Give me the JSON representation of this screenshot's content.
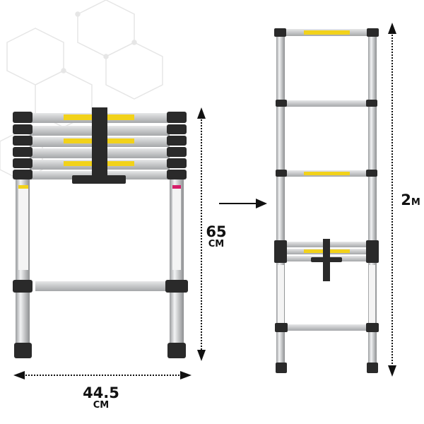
{
  "product": {
    "collapsed_height": {
      "value": "65",
      "unit": "CM"
    },
    "collapsed_width": {
      "value": "44.5",
      "unit": "CM"
    },
    "extended_height": {
      "value": "2",
      "unit": "M"
    }
  },
  "colors": {
    "rail": "#c9cbcd",
    "cap": "#2a2a2a",
    "warning_label": "#f2d21a",
    "dimension_line": "#111111"
  }
}
